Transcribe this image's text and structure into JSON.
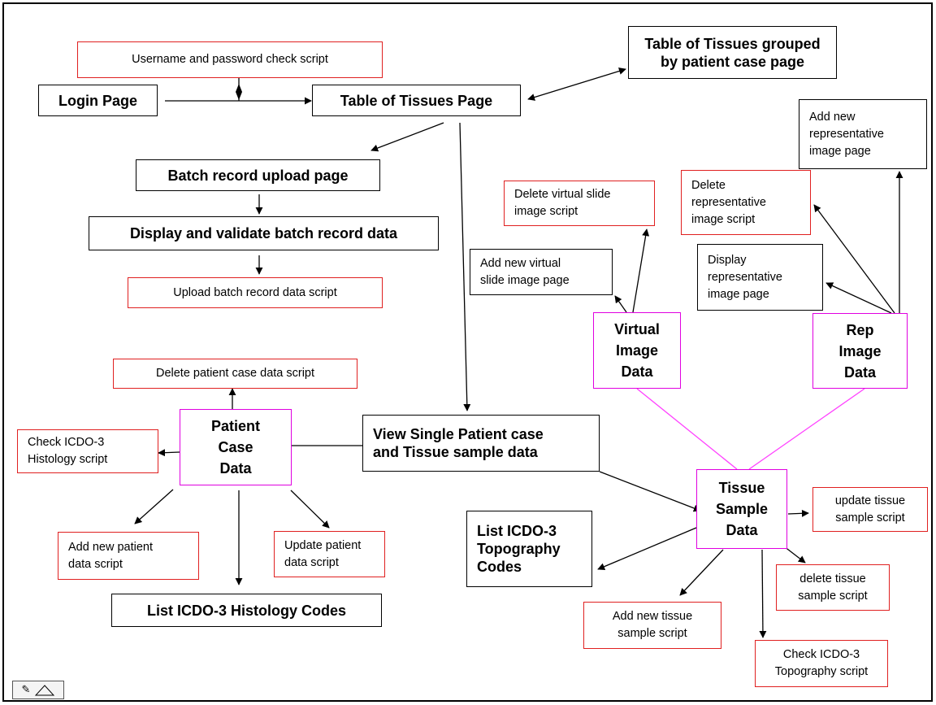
{
  "nodes": {
    "login_page": "Login Page",
    "username_check": "Username and password check script",
    "table_tissues": "Table of Tissues Page",
    "table_grouped": "Table of Tissues grouped\nby patient case page",
    "batch_upload_page": "Batch record upload page",
    "display_validate": "Display and validate batch record data",
    "upload_batch_script": "Upload batch record data script",
    "delete_patient_case": "Delete patient case data script",
    "patient_case_data": "Patient\nCase\nData",
    "check_histology_script": "Check ICDO-3\nHistology script",
    "add_patient_script": "Add new patient\ndata script",
    "update_patient_script": "Update patient\ndata script",
    "list_histology": "List ICDO-3 Histology Codes",
    "view_single": "View Single Patient case\nand Tissue sample data",
    "tissue_sample_data": "Tissue\nSample\nData",
    "update_tissue_script": "update tissue\nsample script",
    "delete_tissue_script": "delete tissue\nsample script",
    "add_tissue_script": "Add new tissue\nsample script",
    "check_topography_script": "Check ICDO-3\nTopography script",
    "list_topography": "List ICDO-3\nTopography\nCodes",
    "virtual_image_data": "Virtual\nImage\nData",
    "rep_image_data": "Rep\nImage\nData",
    "delete_virtual_script": "Delete virtual slide\nimage script",
    "add_virtual_page": "Add new virtual\nslide image page",
    "add_rep_page": "Add new\nrepresentative\nimage page",
    "delete_rep_script": "Delete\nrepresentative\nimage script",
    "display_rep_page": "Display\nrepresentative\nimage page"
  },
  "colors": {
    "page_border": "#000000",
    "script_border": "#e02020",
    "data_border": "#e000e0",
    "link": "#000000",
    "data_link": "#ff40ff"
  },
  "toolbar": {
    "icons": [
      "draw-tool-icon",
      "autoshape-triangle-icon"
    ]
  }
}
